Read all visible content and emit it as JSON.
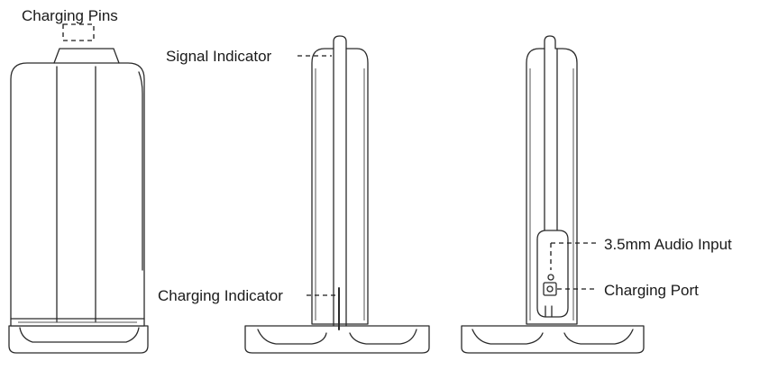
{
  "labels": {
    "charging_pins": "Charging Pins",
    "signal_indicator": "Signal Indicator",
    "charging_indicator": "Charging Indicator",
    "audio_input": "3.5mm Audio Input",
    "charging_port": "Charging Port"
  }
}
